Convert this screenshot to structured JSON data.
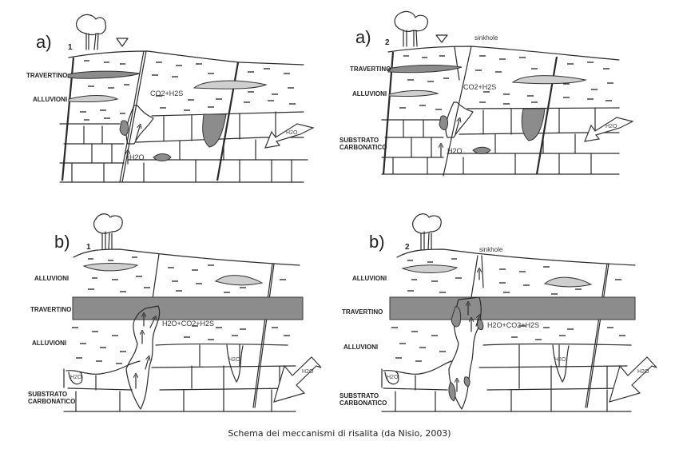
{
  "figure": {
    "caption": "Schema dei meccanismi di risalita (da Nisio, 2003)",
    "colors": {
      "travertino": "#8c8c8c",
      "lens_light": "#cfcfcf",
      "background": "#ffffff",
      "ink": "#2a2a2a"
    }
  },
  "panels": [
    {
      "id": "a1",
      "letter": "a)",
      "number": "1",
      "labels": {
        "travertino": "TRAVERTINO",
        "alluvioni": "ALLUVIONI"
      },
      "gas": "CO2+H2S",
      "water": "H2O",
      "arrow_water": "H2O"
    },
    {
      "id": "a2",
      "letter": "a)",
      "number": "2",
      "sinkhole": "sinkhole",
      "labels": {
        "travertino": "TRAVERTINO",
        "alluvioni": "ALLUVIONI",
        "substrato_1": "SUBSTRATO",
        "substrato_2": "CARBONATICO"
      },
      "gas": "CO2+H2S",
      "water": "H2O",
      "arrow_water": "H2O"
    },
    {
      "id": "b1",
      "letter": "b)",
      "number": "1",
      "labels": {
        "alluvioni_top": "ALLUVIONI",
        "travertino": "TRAVERTINO",
        "alluvioni_bottom": "ALLUVIONI",
        "substrato_1": "SUBSTRATO",
        "substrato_2": "CARBONATICO"
      },
      "gas": "H2O+CO2+H2S",
      "water_pocket_left": "H2O",
      "water_pocket_mid": "H2O",
      "arrow_water": "H2O"
    },
    {
      "id": "b2",
      "letter": "b)",
      "number": "2",
      "sinkhole": "sinkhole",
      "labels": {
        "alluvioni_top": "ALLUVIONI",
        "travertino": "TRAVERTINO",
        "alluvioni_bottom": "ALLUVIONI",
        "substrato_1": "SUBSTRATO",
        "substrato_2": "CARBONATICO"
      },
      "gas": "H2O+CO2+H2S",
      "water_pocket_left": "H2O",
      "water_pocket_mid": "H2O",
      "arrow_water": "H2O"
    }
  ]
}
